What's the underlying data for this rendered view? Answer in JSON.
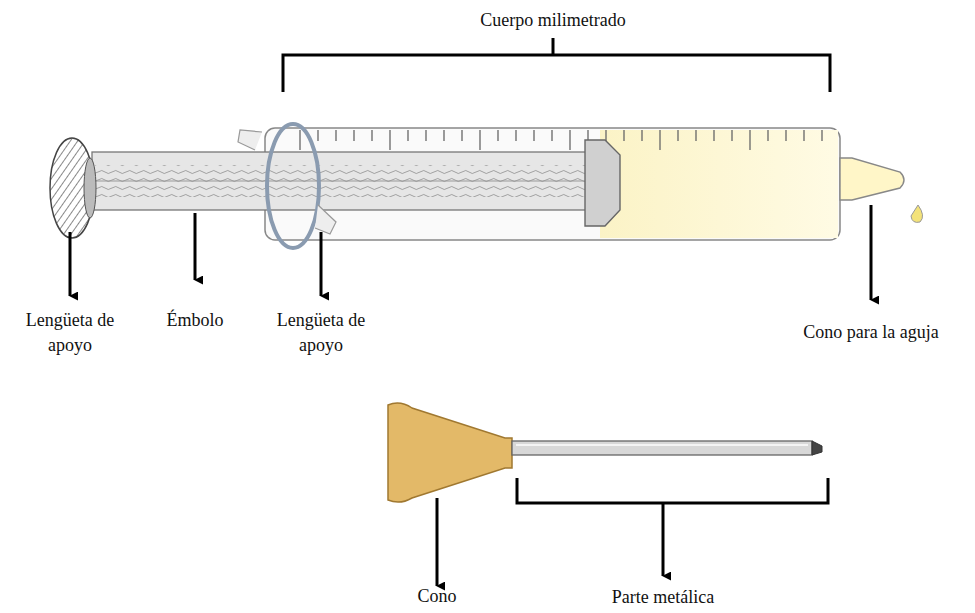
{
  "diagram": {
    "labels": [
      "Cuerpo milimetrado",
      "Lengüeta de apoyo",
      "Émbolo",
      "Lengüeta de apoyo",
      "Cono para la aguja",
      "Cono",
      "Parte metálica"
    ]
  }
}
